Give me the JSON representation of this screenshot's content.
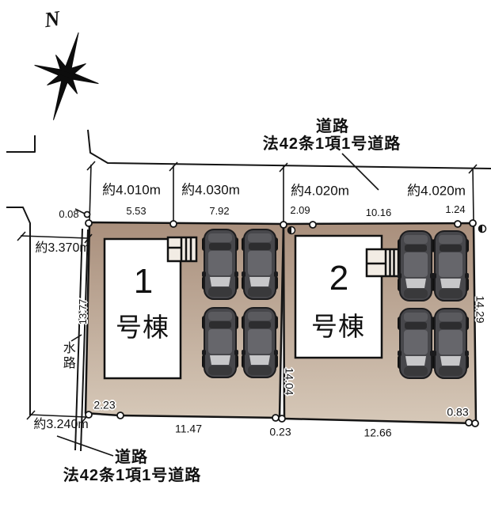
{
  "compass": {
    "north_label": "N"
  },
  "road_top": {
    "name_line1": "道路",
    "name_line2": "法42条1項1号道路"
  },
  "road_bottom": {
    "name_line1": "道路",
    "name_line2": "法42条1項1号道路"
  },
  "waterway": {
    "label": "水路",
    "length": "13.77"
  },
  "top_dimensions": {
    "widths": [
      "約4.010m",
      "約4.030m",
      "約4.020m",
      "約4.020m"
    ],
    "segments": [
      "5.53",
      "7.92",
      "2.09",
      "10.16",
      "1.24"
    ]
  },
  "left_dimensions": {
    "offset_top": "0.08",
    "width_top": "約3.370m",
    "width_bottom": "約3.240m"
  },
  "bottom_dimensions": {
    "lot1_corner": "2.23",
    "lot1_frontage": "11.47",
    "step": "0.23",
    "lot2_frontage": "12.66",
    "lot2_corner": "0.83"
  },
  "side_dimensions": {
    "center_depth": "14.04",
    "right_depth": "14.29"
  },
  "lots": [
    {
      "building_number": "1",
      "building_suffix": "号棟"
    },
    {
      "building_number": "2",
      "building_suffix": "号棟"
    }
  ],
  "colors": {
    "lot_fill_top": "#a98f7c",
    "lot_fill_bottom": "#d6c8b8",
    "line": "#141414"
  }
}
